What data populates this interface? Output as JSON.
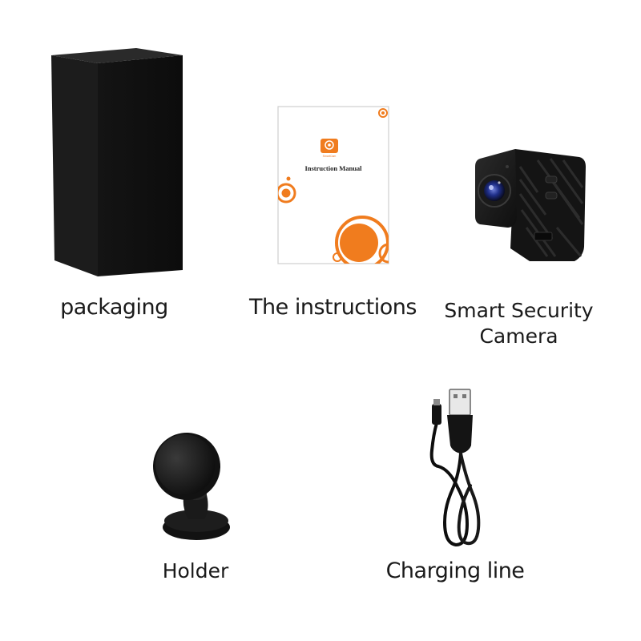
{
  "items": {
    "packaging": {
      "label": "packaging",
      "icon": "black-box"
    },
    "instructions": {
      "label": "The instructions",
      "manual_title": "Instruction Manual",
      "brand_text": "SmartCam",
      "icon": "instruction-manual",
      "accent_color": "#f07c1e"
    },
    "camera": {
      "label": "Smart Security Camera",
      "icon": "cube-camera"
    },
    "holder": {
      "label": "Holder",
      "icon": "magnetic-mount"
    },
    "charging_line": {
      "label": "Charging line",
      "icon": "usb-cable"
    }
  }
}
